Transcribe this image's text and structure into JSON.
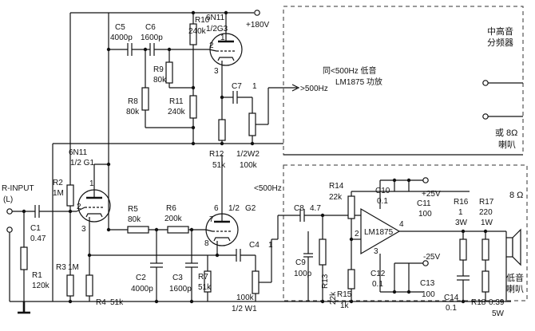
{
  "tubes": {
    "v1": {
      "type": "6N11",
      "section": "1/2 G1",
      "pins": [
        "1",
        "2",
        "3"
      ]
    },
    "v2": {
      "type": "6N11",
      "section": "1/2G3",
      "pins": [
        "1",
        "2",
        "3"
      ]
    },
    "v3": {
      "pins": [
        "6",
        "1/2",
        "G2",
        "7",
        "8"
      ]
    }
  },
  "supply": {
    "b_plus": "+180V",
    "pos": "+25V",
    "neg": "-25V",
    "chip_pin_pos": "4",
    "chip_pin_neg": "3",
    "chip_pin_in": "2"
  },
  "ports": {
    "input": "R-INPUT",
    "input_channel": "(L)",
    "hf_out": ">500Hz",
    "lf_side": "<500Hz",
    "lf_freq": "8 Ω"
  },
  "parts": {
    "r1": [
      "R1",
      "120k"
    ],
    "r2": [
      "R2",
      "1M"
    ],
    "r3": [
      "R3",
      "1M"
    ],
    "r4": [
      "R4",
      "51k"
    ],
    "r5": [
      "R5",
      "80k"
    ],
    "r6": [
      "R6",
      "200k"
    ],
    "r7": [
      "R7",
      "51k"
    ],
    "r8": [
      "R8",
      "80k"
    ],
    "r9": [
      "R9",
      "80k"
    ],
    "r10": [
      "R10",
      "240k"
    ],
    "r11": [
      "R11",
      "240k"
    ],
    "r12": [
      "R12",
      "51k"
    ],
    "r13": [
      "R13",
      "22k"
    ],
    "r14": [
      "R14",
      "22k"
    ],
    "r15": [
      "R15",
      "1k"
    ],
    "r16": [
      "R16",
      "1",
      "3W"
    ],
    "r17": [
      "R17",
      "220",
      "1W"
    ],
    "r18": [
      "R18",
      "0.39",
      "5W"
    ],
    "c1": [
      "C1",
      "0.47"
    ],
    "c2": [
      "C2",
      "4000p"
    ],
    "c3": [
      "C3",
      "1600p"
    ],
    "c4": [
      "C4",
      "1"
    ],
    "c5": [
      "C5",
      "4000p"
    ],
    "c6": [
      "C6",
      "1600p"
    ],
    "c7": [
      "C7",
      "1"
    ],
    "c8": [
      "C8",
      "4.7"
    ],
    "c9": [
      "C9",
      "100p"
    ],
    "c10": [
      "C10",
      "0.1"
    ],
    "c11": [
      "C11",
      "100"
    ],
    "c12": [
      "C12",
      "0.1"
    ],
    "c13": [
      "C13",
      "100"
    ],
    "c14": [
      "C14",
      "0.1"
    ],
    "w1": [
      "100k",
      "1/2 W1"
    ],
    "w2": [
      "1/2W2",
      "100k"
    ],
    "ic": "LM1875"
  },
  "blocks": {
    "top_note": [
      "同<500Hz 低音",
      "LM1875  功放"
    ],
    "crossover": [
      "中高音",
      "分频器"
    ],
    "speaker_hf": [
      "或 8Ω",
      "喇叭"
    ],
    "speaker_lf": [
      "低音",
      "喇叭"
    ]
  },
  "colors": {
    "line": "#111111",
    "dash": "#333333",
    "paper": "#ffffff"
  }
}
